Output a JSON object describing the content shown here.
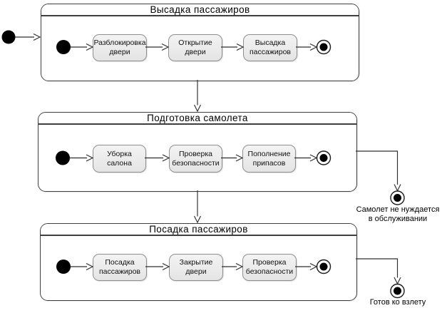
{
  "diagram": {
    "type": "uml-activity-state-diagram",
    "groups": [
      {
        "id": "passenger-disembark",
        "title": "Высадка пассажиров",
        "states": [
          {
            "l1": "Разблокировка",
            "l2": "двери"
          },
          {
            "l1": "Открытие",
            "l2": "двери"
          },
          {
            "l1": "Высадка",
            "l2": "пассажиров"
          }
        ]
      },
      {
        "id": "aircraft-preparation",
        "title": "Подготовка самолета",
        "states": [
          {
            "l1": "Уборка",
            "l2": "салона"
          },
          {
            "l1": "Проверка",
            "l2": "безопасности"
          },
          {
            "l1": "Пополнение",
            "l2": "припасов"
          }
        ]
      },
      {
        "id": "passenger-boarding",
        "title": "Посадка пассажиров",
        "states": [
          {
            "l1": "Посадка",
            "l2": "пассажиров"
          },
          {
            "l1": "Закрытие",
            "l2": "двери"
          },
          {
            "l1": "Проверка",
            "l2": "безопасности"
          }
        ]
      }
    ],
    "final_labels": [
      {
        "l1": "Самолет не нуждается",
        "l2": "в обслуживании"
      },
      {
        "l1": "Готов ко взлету",
        "l2": ""
      }
    ],
    "colors": {
      "background": "#ffffff",
      "state_fill": "#ececec",
      "state_border": "#8f8f8f",
      "group_border": "#3f3f3f",
      "connector": "#2d2d2d",
      "text": "#000000"
    }
  }
}
